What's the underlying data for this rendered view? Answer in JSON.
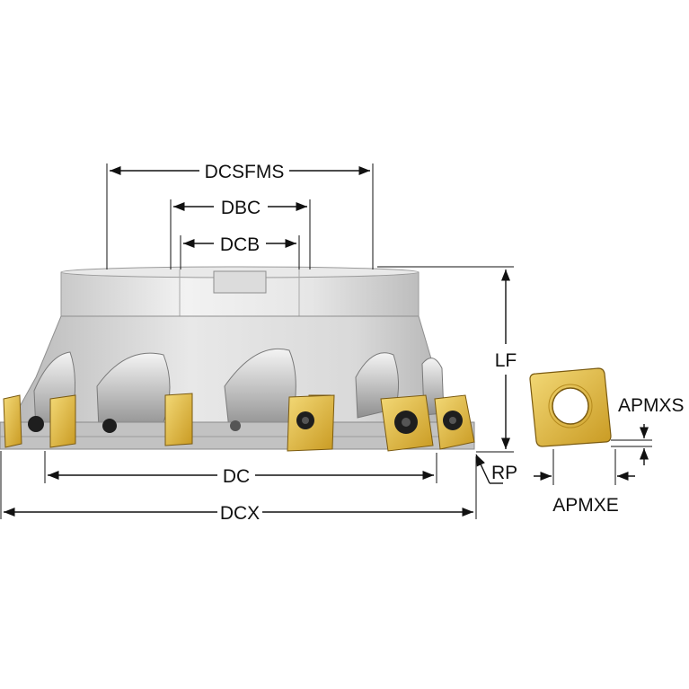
{
  "diagram": {
    "labels": {
      "dcsfms": "DCSFMS",
      "dbc": "DBC",
      "dcb": "DCB",
      "lf": "LF",
      "dc": "DC",
      "dcx": "DCX",
      "rp": "RP",
      "apmxs": "APMXS",
      "apmxe": "APMXE"
    },
    "colors": {
      "body": "#d6d6d6",
      "insert": "#e3c04a",
      "pocket": "#9b9b9b",
      "dimension": "#111111"
    }
  }
}
